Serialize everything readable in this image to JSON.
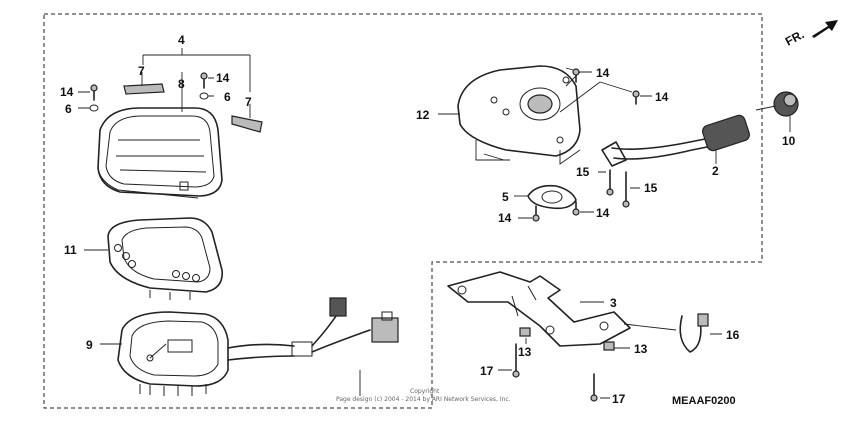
{
  "direction_label": "FR.",
  "diagram_code": "MEAAF0200",
  "copyright": {
    "line1": "Copyright",
    "line2": "Page design (c) 2004 - 2014 by ARI Network Services, Inc."
  },
  "callouts": {
    "c4": "4",
    "c7a": "7",
    "c7b": "7",
    "c8": "8",
    "c14a": "14",
    "c14b": "14",
    "c6a": "6",
    "c6b": "6",
    "c14c": "14",
    "c14d": "14",
    "c12": "12",
    "c15a": "15",
    "c15b": "15",
    "c5": "5",
    "c14e": "14",
    "c14f": "14",
    "c2": "2",
    "c10": "10",
    "c11": "11",
    "c9": "9",
    "c3": "3",
    "c13a": "13",
    "c13b": "13",
    "c16": "16",
    "c17a": "17",
    "c17b": "17"
  },
  "colors": {
    "line": "#222222",
    "background": "#ffffff"
  }
}
